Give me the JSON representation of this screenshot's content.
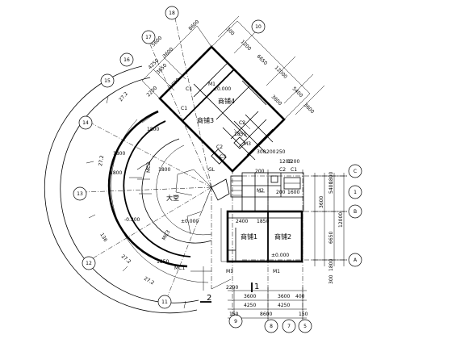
{
  "rooms": [
    {
      "id": "lobby",
      "label": "大堂"
    },
    {
      "id": "shop1",
      "label": "商铺1"
    },
    {
      "id": "shop2",
      "label": "商铺2"
    },
    {
      "id": "shop3",
      "label": "商铺3"
    },
    {
      "id": "shop4",
      "label": "商铺4"
    }
  ],
  "levels": [
    {
      "id": "lv-shop4",
      "text": "±0.000"
    },
    {
      "id": "lv-arc",
      "text": "-0.300"
    },
    {
      "id": "lv-lobby",
      "text": "±0.000"
    },
    {
      "id": "lv-shop2",
      "text": "±0.000"
    }
  ],
  "grid_bubbles": [
    {
      "id": "A",
      "text": "A"
    },
    {
      "id": "B",
      "text": "B"
    },
    {
      "id": "C",
      "text": "C"
    },
    {
      "id": "1",
      "text": "1"
    },
    {
      "id": "5",
      "text": "5"
    },
    {
      "id": "7",
      "text": "7"
    },
    {
      "id": "8",
      "text": "8"
    },
    {
      "id": "9",
      "text": "9"
    },
    {
      "id": "10",
      "text": "10"
    },
    {
      "id": "11",
      "text": "11"
    },
    {
      "id": "12",
      "text": "12"
    },
    {
      "id": "13",
      "text": "13"
    },
    {
      "id": "14",
      "text": "14"
    },
    {
      "id": "15",
      "text": "15"
    },
    {
      "id": "16",
      "text": "16"
    },
    {
      "id": "17",
      "text": "17"
    },
    {
      "id": "18",
      "text": "18"
    }
  ],
  "dimensions": {
    "bottom_row1": [
      "2200",
      "3600",
      "3600",
      "400"
    ],
    "bottom_row2": [
      "4250",
      "4250"
    ],
    "bottom_total": "8600",
    "bottom_edge": [
      "150",
      "150"
    ],
    "right_row1": [
      "3600",
      "5400",
      "6650"
    ],
    "right_total": "12000",
    "right_edge": [
      "1800",
      "300",
      "1800"
    ],
    "interior": [
      "2400",
      "1850",
      "200",
      "1200",
      "1600",
      "300",
      "200",
      "250",
      "1200",
      "200",
      "1850",
      "1800",
      "1800",
      "1850",
      "1800",
      "1800"
    ],
    "diagonal_tr": [
      "300",
      "1200",
      "6650",
      "12000",
      "5400",
      "3600",
      "8600",
      "3600"
    ],
    "diagonal_tl": [
      "5600",
      "4250",
      "3600",
      "3650",
      "1600",
      "2200"
    ],
    "angles": [
      "27.2",
      "27.2",
      "27.2",
      "27.2",
      "136"
    ]
  },
  "tags": [
    {
      "id": "m1a",
      "text": "M1"
    },
    {
      "id": "m1b",
      "text": "M1"
    },
    {
      "id": "m1c",
      "text": "M1"
    },
    {
      "id": "c1a",
      "text": "C1"
    },
    {
      "id": "c1b",
      "text": "C1"
    },
    {
      "id": "c1c",
      "text": "C1"
    },
    {
      "id": "c2a",
      "text": "C2"
    },
    {
      "id": "c2b",
      "text": "C2"
    },
    {
      "id": "c2c",
      "text": "C2"
    },
    {
      "id": "c3",
      "text": "C3"
    },
    {
      "id": "mc1",
      "text": "MC1"
    },
    {
      "id": "mc2",
      "text": "MC2"
    },
    {
      "id": "mc3",
      "text": "MC3"
    },
    {
      "id": "m2",
      "text": "M2"
    },
    {
      "id": "m3",
      "text": "M3"
    },
    {
      "id": "gl",
      "text": "GL"
    }
  ],
  "section_marks": [
    {
      "id": "s1",
      "text": "1"
    },
    {
      "id": "s2",
      "text": "2"
    }
  ]
}
